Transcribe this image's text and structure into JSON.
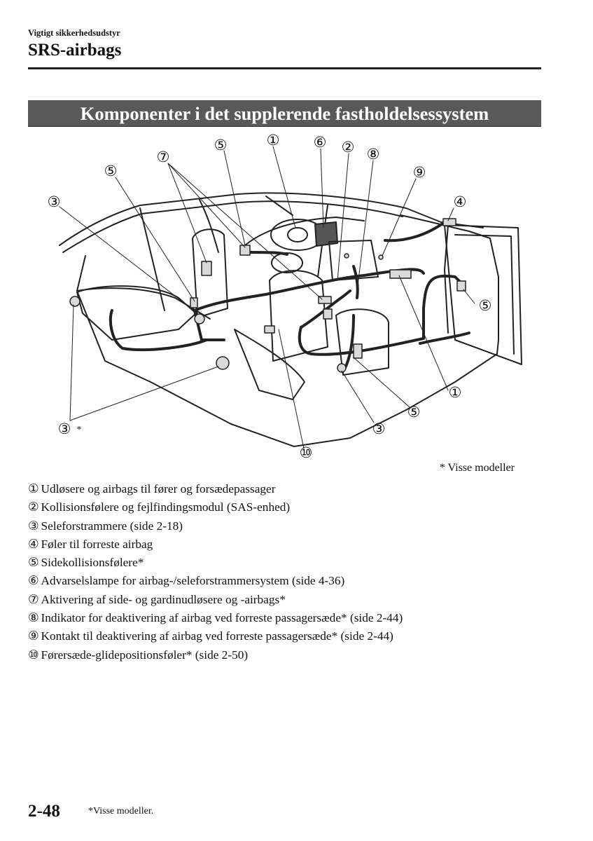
{
  "header": {
    "section": "Vigtigt sikkerhedsudstyr",
    "title": "SRS-airbags"
  },
  "banner": {
    "title": "Komponenter i det supplerende fastholdelsessystem"
  },
  "diagram": {
    "callouts": [
      "①",
      "②",
      "③",
      "④",
      "⑤",
      "⑥",
      "⑦",
      "⑧",
      "⑨",
      "⑩"
    ],
    "asterisk": "*"
  },
  "footnote": "* Visse modeller",
  "legend": [
    {
      "num": "①",
      "text": "Udløsere og airbags til fører og forsædepassager"
    },
    {
      "num": "②",
      "text": "Kollisionsfølere og fejlfindingsmodul (SAS-enhed)"
    },
    {
      "num": "③",
      "text": "Seleforstrammere (side 2-18)"
    },
    {
      "num": "④",
      "text": "Føler til forreste airbag"
    },
    {
      "num": "⑤",
      "text": "Sidekollisionsfølere*"
    },
    {
      "num": "⑥",
      "text": "Advarselslampe for airbag-/seleforstrammersystem (side 4-36)"
    },
    {
      "num": "⑦",
      "text": "Aktivering af side- og gardinudløsere og -airbags*"
    },
    {
      "num": "⑧",
      "text": "Indikator for deaktivering af airbag ved forreste passagersæde* (side 2-44)"
    },
    {
      "num": "⑨",
      "text": "Kontakt til deaktivering af airbag ved forreste passagersæde* (side 2-44)"
    },
    {
      "num": "⑩",
      "text": "Førersæde-glidepositionsføler* (side 2-50)"
    }
  ],
  "footer": {
    "page_number": "2-48",
    "note": "*Visse modeller."
  }
}
